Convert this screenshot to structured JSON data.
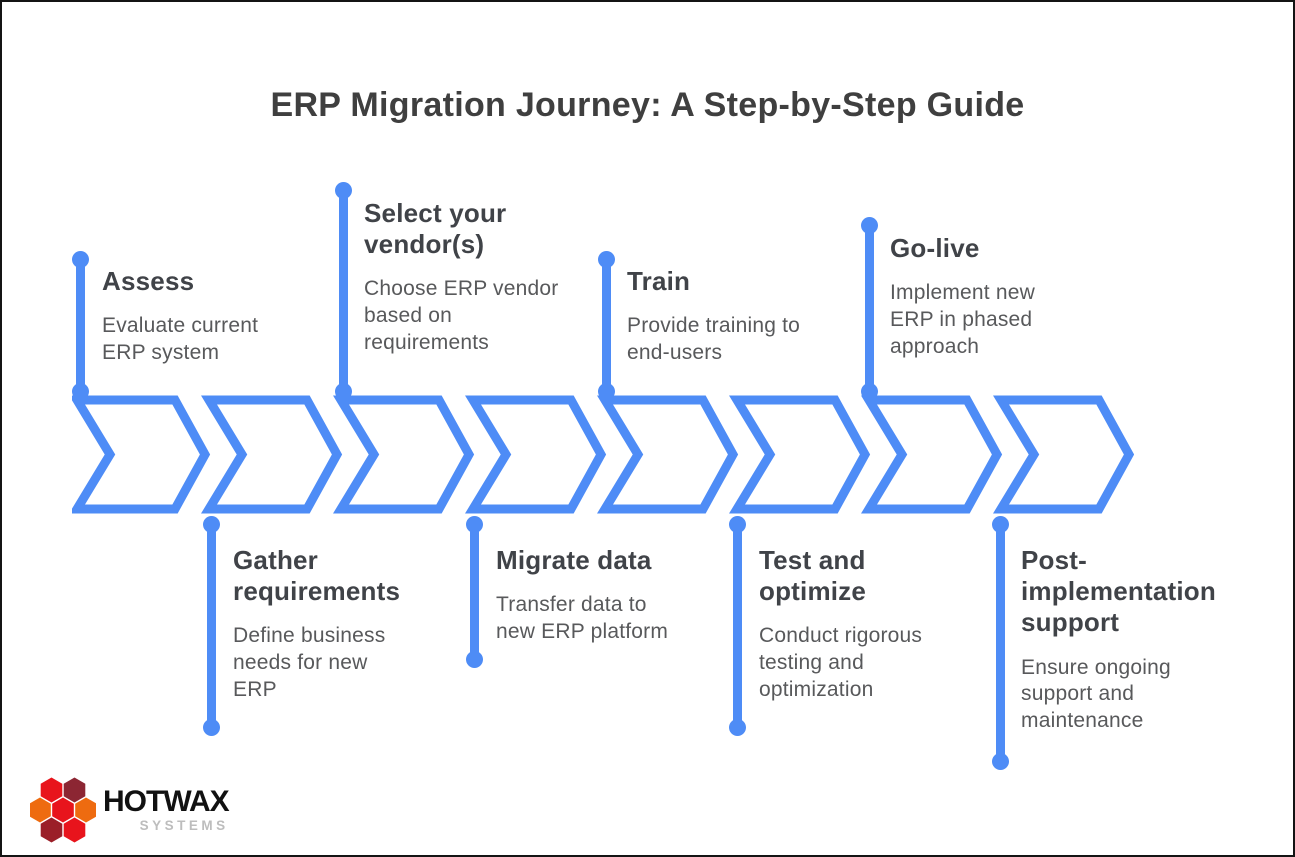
{
  "title": "ERP Migration Journey: A Step-by-Step Guide",
  "steps": [
    {
      "title": "Assess",
      "description": "Evaluate current\nERP system",
      "position": "top"
    },
    {
      "title": "Select your\nvendor(s)",
      "description": "Choose ERP vendor\nbased on\nrequirements",
      "position": "top"
    },
    {
      "title": "Train",
      "description": "Provide training to\nend-users",
      "position": "top"
    },
    {
      "title": "Go-live",
      "description": "Implement new\nERP in phased\napproach",
      "position": "top"
    },
    {
      "title": "Gather\nrequirements",
      "description": "Define business\nneeds for new\nERP",
      "position": "bottom"
    },
    {
      "title": "Migrate data",
      "description": "Transfer data to\nnew ERP platform",
      "position": "bottom"
    },
    {
      "title": "Test and\noptimize",
      "description": "Conduct rigorous\ntesting and\noptimization",
      "position": "bottom"
    },
    {
      "title": "Post-\nimplementation\nsupport",
      "description": "Ensure ongoing\nsupport and\nmaintenance",
      "position": "bottom"
    }
  ],
  "colors": {
    "accent_blue": "#4e8cf6",
    "title_text": "#3f3f3f",
    "step_title_text": "#404348",
    "step_desc_text": "#58595b"
  },
  "logo": {
    "name": "HOTWAX",
    "subtitle": "SYSTEMS",
    "hex_colors": [
      "#e8141c",
      "#8c2633",
      "#ee6b10",
      "#e8141c",
      "#ee6b10",
      "#9b1f28",
      "#e8141c"
    ]
  }
}
